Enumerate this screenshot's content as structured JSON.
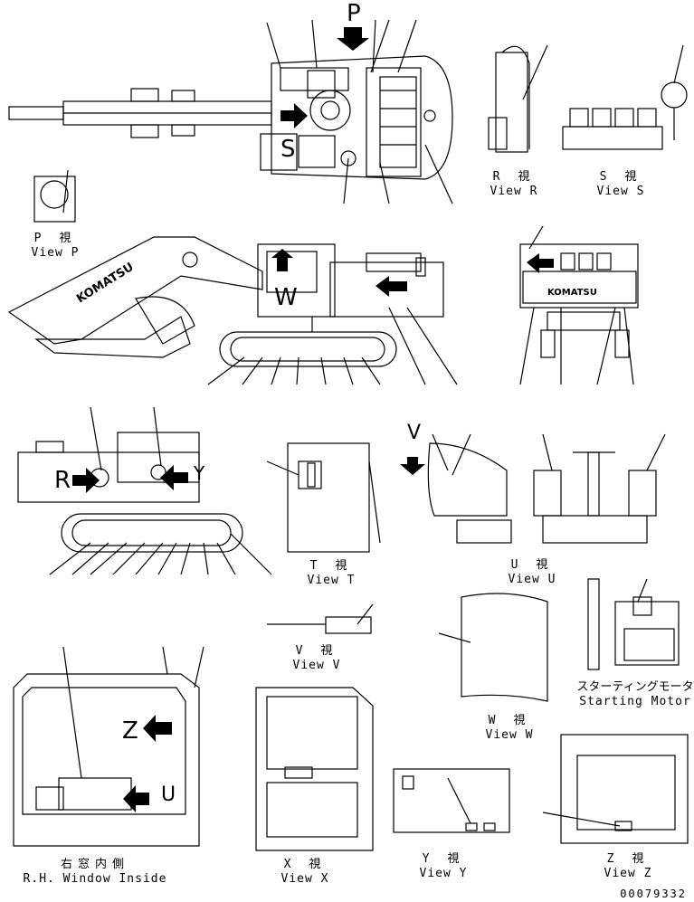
{
  "views": {
    "p": {
      "jp": "P 視",
      "en": "View P"
    },
    "r": {
      "jp": "R 視",
      "en": "View R"
    },
    "s": {
      "jp": "S 視",
      "en": "View S"
    },
    "t": {
      "jp": "T 視",
      "en": "View T"
    },
    "u": {
      "jp": "U 視",
      "en": "View U"
    },
    "v": {
      "jp": "V 視",
      "en": "View V"
    },
    "w": {
      "jp": "W 視",
      "en": "View W"
    },
    "x": {
      "jp": "X 視",
      "en": "View X"
    },
    "y": {
      "jp": "Y 視",
      "en": "View Y"
    },
    "z": {
      "jp": "Z 視",
      "en": "View Z"
    },
    "starting_motor": {
      "jp": "スターティングモータ",
      "en": "Starting Motor"
    },
    "rh_window": {
      "jp": "右窓内側",
      "en": "R.H. Window Inside"
    }
  },
  "markers": {
    "p": "P",
    "s": "S",
    "w": "W",
    "r": "R",
    "y": "Y",
    "v": "V",
    "u": "U",
    "z": "Z"
  },
  "brand": "KOMATSU",
  "doc_number": "00079332"
}
